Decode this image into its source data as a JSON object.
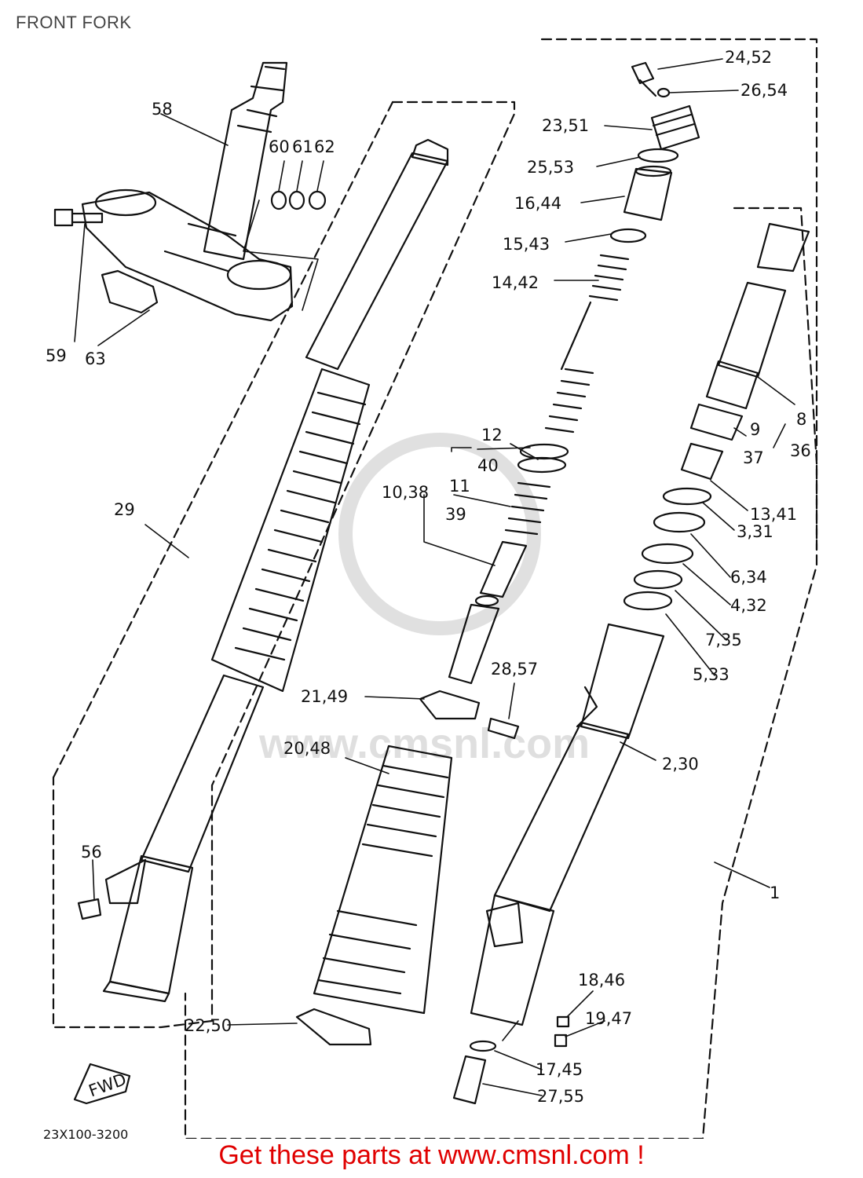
{
  "header": {
    "title": "FRONT FORK"
  },
  "diagram": {
    "drawing_code": "23X100-3200",
    "fwd_mark": "FWD",
    "watermark": "www.cmsnl.com",
    "callouts": {
      "c_24_52": "24,52",
      "c_26_54": "26,54",
      "c_23_51": "23,51",
      "c_25_53": "25,53",
      "c_16_44": "16,44",
      "c_15_43": "15,43",
      "c_14_42": "14,42",
      "c_58": "58",
      "c_60": "60",
      "c_61": "61",
      "c_62": "62",
      "c_59": "59",
      "c_63": "63",
      "c_12": "12",
      "c_40": "40",
      "c_10_38": "10,38",
      "c_11": "11",
      "c_39": "39",
      "c_29": "29",
      "c_8": "8",
      "c_36": "36",
      "c_9": "9",
      "c_37": "37",
      "c_13_41": "13,41",
      "c_3_31": "3,31",
      "c_6_34": "6,34",
      "c_4_32": "4,32",
      "c_7_35": "7,35",
      "c_5_33": "5,33",
      "c_28_57": "28,57",
      "c_21_49": "21,49",
      "c_20_48": "20,48",
      "c_2_30": "2,30",
      "c_56": "56",
      "c_1": "1",
      "c_18_46": "18,46",
      "c_19_47": "19,47",
      "c_22_50": "22,50",
      "c_17_45": "17,45",
      "c_27_55": "27,55"
    }
  },
  "footer": {
    "banner": "Get these parts at www.cmsnl.com !"
  }
}
